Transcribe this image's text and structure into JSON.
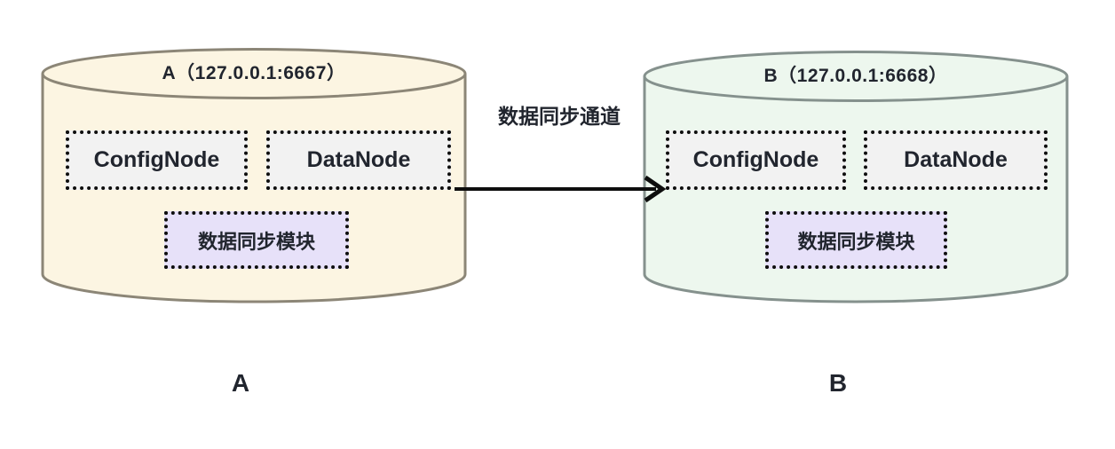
{
  "colors": {
    "canvas-bg": "#ffffff",
    "box-fill": "#f2f2f2",
    "module-fill": "#e7e1f9",
    "outline": "#0e0e0e",
    "text": "#21252e"
  },
  "channel": {
    "label": "数据同步通道"
  },
  "cylinders": {
    "a": {
      "title": "A（127.0.0.1:6667）",
      "caption": "A",
      "fill": "#fcf5e2",
      "stroke": "#8c8677",
      "boxes": {
        "config": "ConfigNode",
        "data": "DataNode",
        "module": "数据同步模块"
      }
    },
    "b": {
      "title": "B（127.0.0.1:6668）",
      "caption": "B",
      "fill": "#edf7ee",
      "stroke": "#85918d",
      "boxes": {
        "config": "ConfigNode",
        "data": "DataNode",
        "module": "数据同步模块"
      }
    }
  }
}
